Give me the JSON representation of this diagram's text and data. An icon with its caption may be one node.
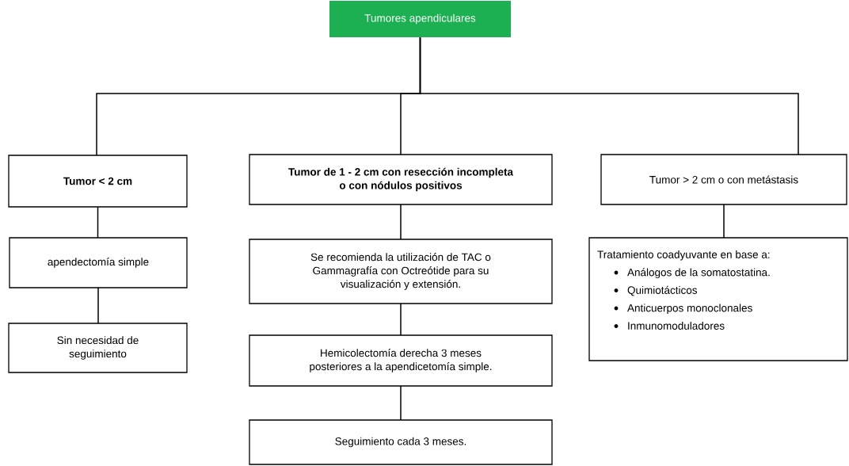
{
  "diagram": {
    "nodes": [
      {
        "text": [
          "Tumores apendiculares"
        ]
      },
      {
        "text": [
          "**Tumor < 2 cm**"
        ]
      },
      {
        "text": [
          "**Tumor de 1 - 2 cm con resección incompleta o con nódulos positivos**"
        ]
      },
      {
        "text": [
          "Tumor > 2 cm o con metástasis"
        ]
      },
      {
        "text": [
          "apendectomía simple"
        ]
      },
      {
        "text": [
          "Sin necesidad de seguimiento"
        ]
      },
      {
        "text": [
          "Se recomienda la utilización de TAC o Gammagrafía con Octreótide para su visualización y extensión."
        ]
      },
      {
        "text": [
          "Hemicolectomía derecha 3 meses posteriores a la apendicetomía simple."
        ]
      },
      {
        "text": [
          "Seguimiento cada 3 meses."
        ]
      },
      {
        "text": [
          "Tratamiento coadyuvante en base a:",
          "Análogos de la somatostatina.",
          "Quimiotácticos",
          "Anticuerpos monoclonales",
          "Inmunomoduladores"
        ]
      }
    ],
    "edges": [
      {
        "from": 0,
        "to": 1,
        "arrow": "none"
      },
      {
        "from": 0,
        "to": 2,
        "arrow": "none"
      },
      {
        "from": 0,
        "to": 3,
        "arrow": "none"
      },
      {
        "from": 1,
        "to": 4,
        "arrow": "none"
      },
      {
        "from": 4,
        "to": 5,
        "arrow": "none"
      },
      {
        "from": 2,
        "to": 6,
        "arrow": "none"
      },
      {
        "from": 6,
        "to": 7,
        "arrow": "none"
      },
      {
        "from": 7,
        "to": 8,
        "arrow": "none"
      },
      {
        "from": 3,
        "to": 9,
        "arrow": "none"
      }
    ]
  }
}
